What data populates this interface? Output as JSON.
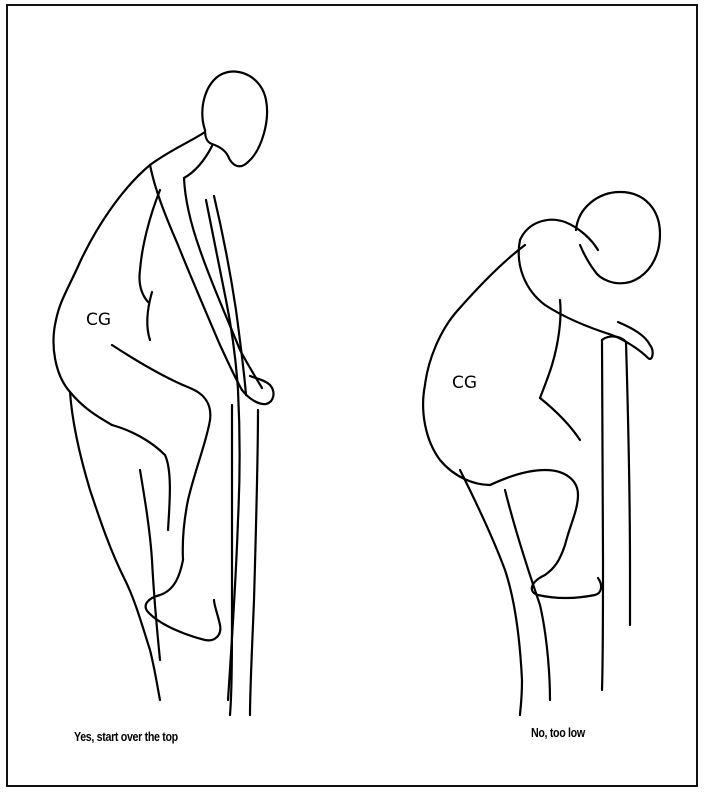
{
  "figure": {
    "left_panel": {
      "cg_label": "CG",
      "caption": "Yes, start over the top"
    },
    "right_panel": {
      "cg_label": "CG",
      "caption": "No, too low"
    }
  }
}
